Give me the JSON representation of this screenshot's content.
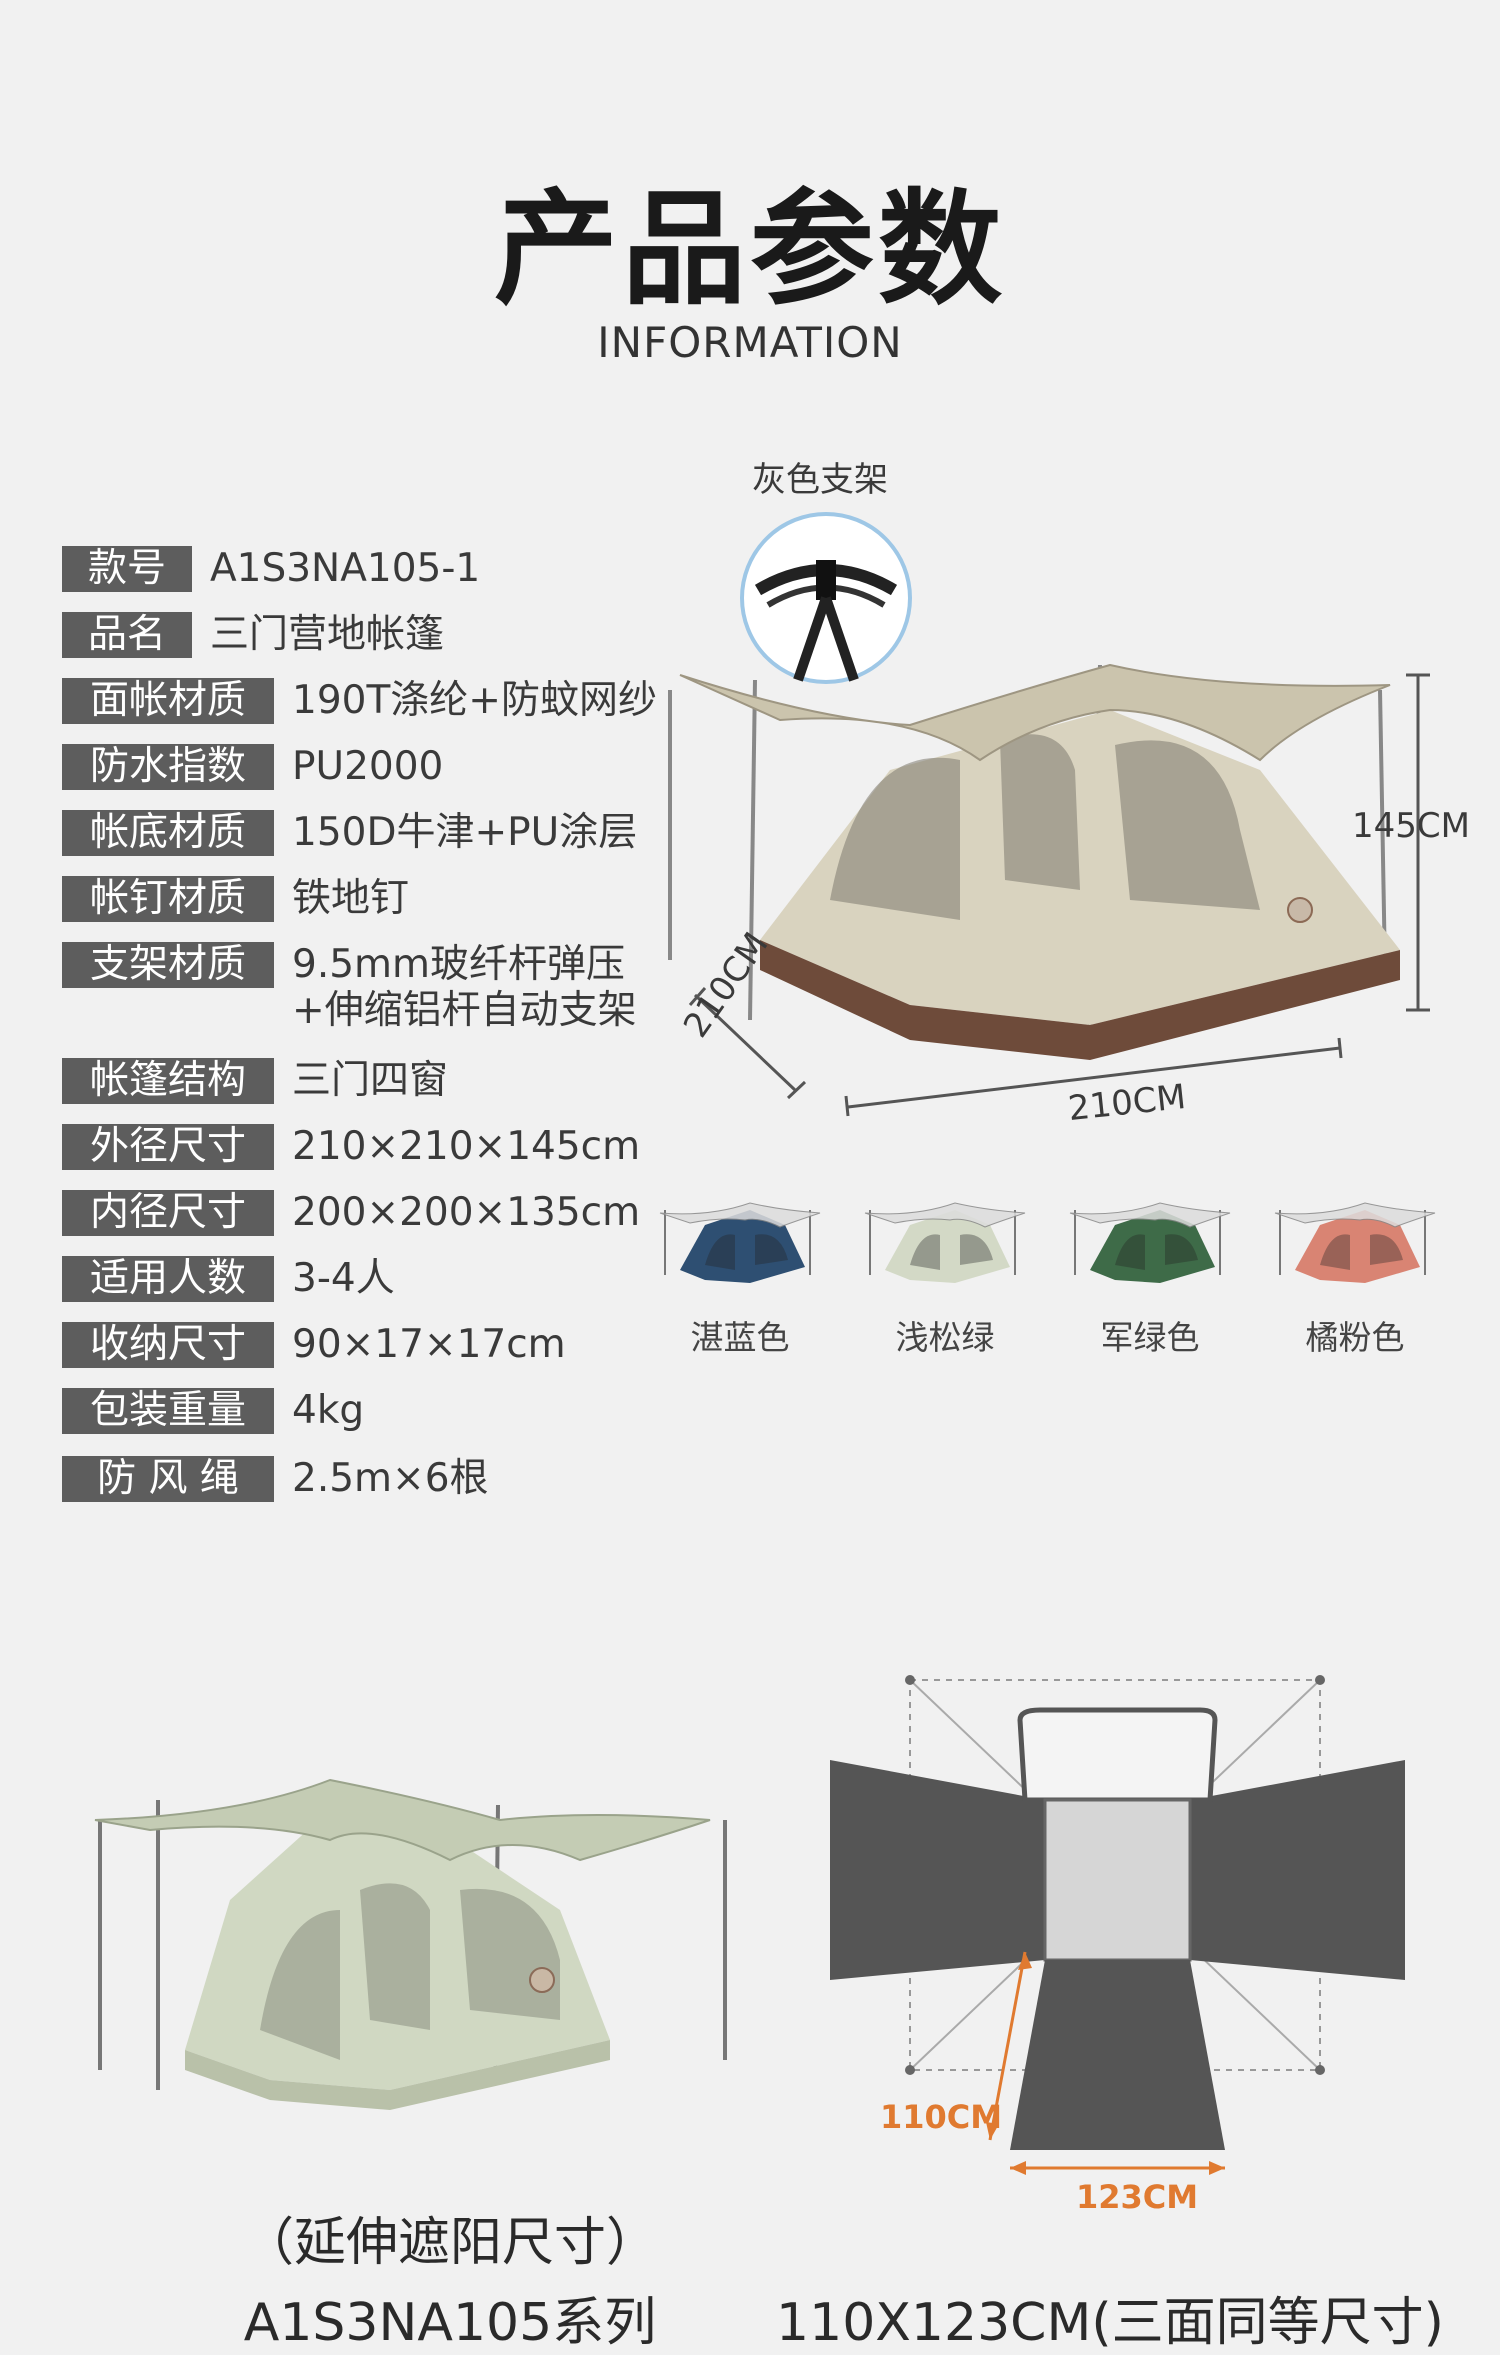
{
  "header": {
    "title": "产品参数",
    "subtitle": "INFORMATION"
  },
  "specs": [
    {
      "label": "款号",
      "value": "A1S3NA105-1"
    },
    {
      "label": "品名",
      "value": "三门营地帐篷"
    },
    {
      "label": "面帐材质",
      "value": "190T涤纶+防蚊网纱"
    },
    {
      "label": "防水指数",
      "value": "PU2000"
    },
    {
      "label": "帐底材质",
      "value": "150D牛津+PU涂层"
    },
    {
      "label": "帐钉材质",
      "value": "铁地钉"
    },
    {
      "label": "支架材质",
      "value": "9.5mm玻纤杆弹压",
      "value2": "+伸缩铝杆自动支架"
    },
    {
      "label": "帐篷结构",
      "value": "三门四窗"
    },
    {
      "label": "外径尺寸",
      "value": "210×210×145cm"
    },
    {
      "label": "内径尺寸",
      "value": "200×200×135cm"
    },
    {
      "label": "适用人数",
      "value": "3-4人"
    },
    {
      "label": "收纳尺寸",
      "value": "90×17×17cm"
    },
    {
      "label": "包装重量",
      "value": "4kg"
    },
    {
      "label": "防 风 绳",
      "value": "2.5m×6根"
    }
  ],
  "frame": {
    "label": "灰色支架"
  },
  "dimensions": {
    "height": "145CM",
    "depth": "210CM",
    "width": "210CM"
  },
  "colors": [
    {
      "name": "湛蓝色",
      "hex": "#2e4f72"
    },
    {
      "name": "浅松绿",
      "hex": "#d3d9c6"
    },
    {
      "name": "军绿色",
      "hex": "#3e6b48"
    },
    {
      "name": "橘粉色",
      "hex": "#d98473"
    }
  ],
  "bottom": {
    "left_caption": "（延伸遮阳尺寸）",
    "left_model": "A1S3NA105系列",
    "floor_depth": "110CM",
    "floor_width": "123CM",
    "right_caption": "110X123CM(三面同等尺寸)"
  }
}
